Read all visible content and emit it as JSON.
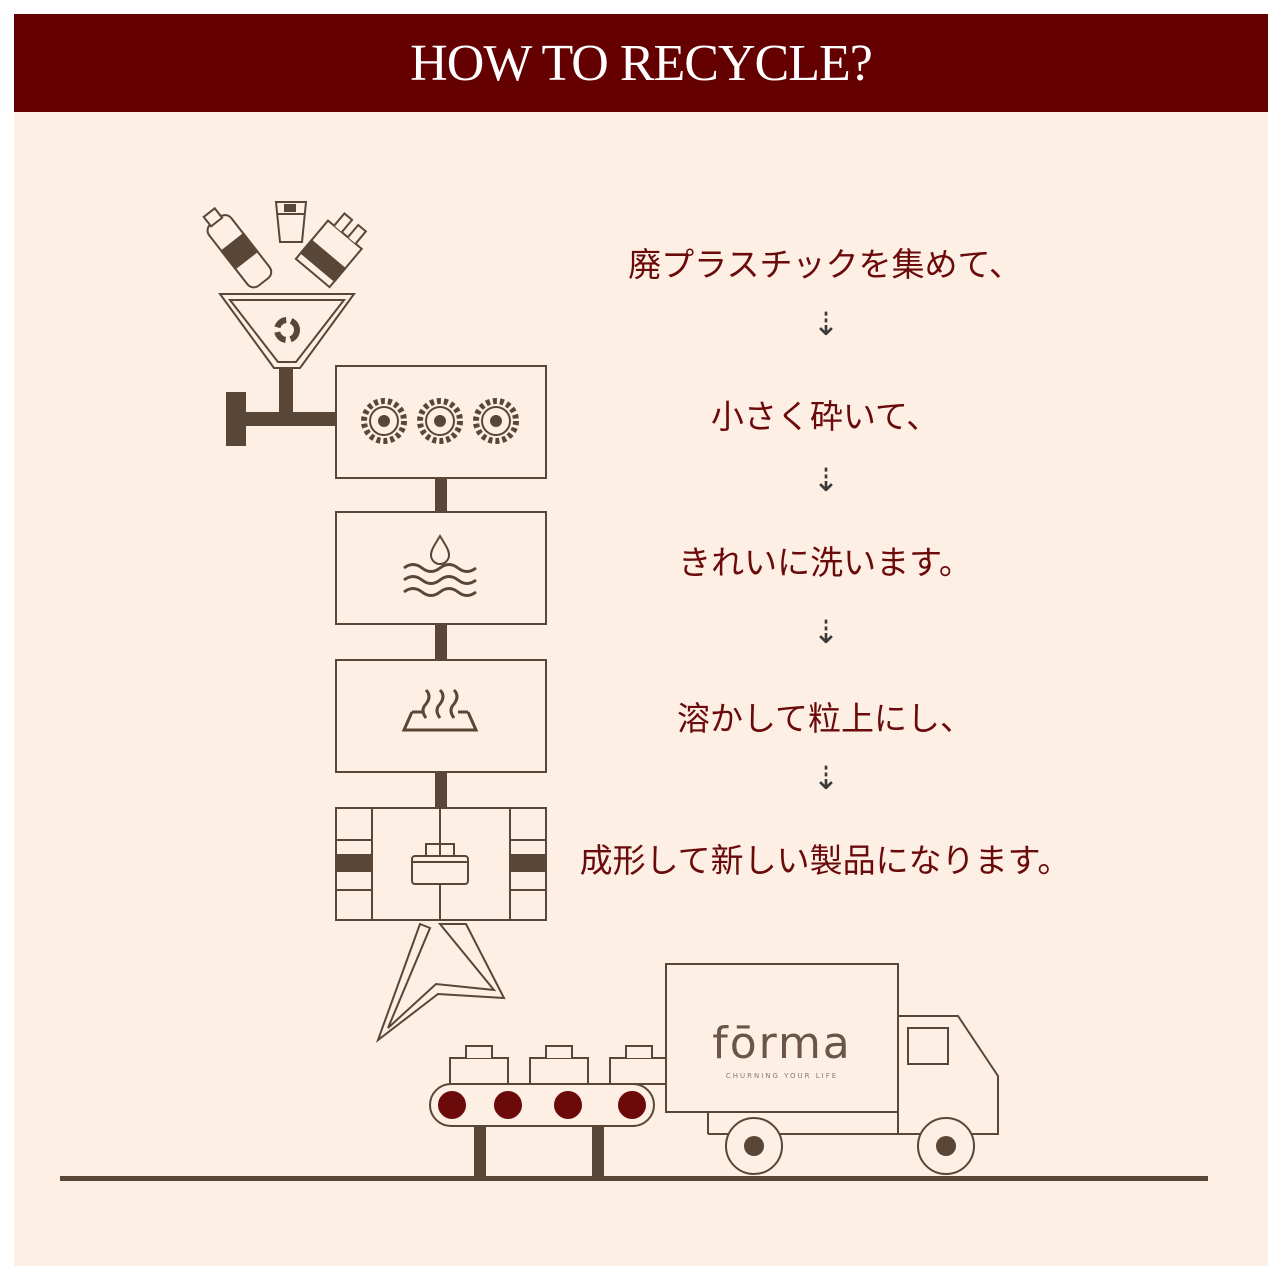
{
  "title": "HOW TO RECYCLE?",
  "steps": [
    {
      "text": "廃プラスチックを集めて、"
    },
    {
      "text": "小さく砕いて、"
    },
    {
      "text": "きれいに洗います。"
    },
    {
      "text": "溶かして粒上にし、"
    },
    {
      "text": "成形して新しい製品になります。"
    }
  ],
  "arrow_glyph": "⇣",
  "truck": {
    "brand": "fōrma",
    "tagline": "CHURNING YOUR LIFE"
  },
  "colors": {
    "header_bg": "#650000",
    "panel_bg": "#fdefe3",
    "line": "#5a4636",
    "accent": "#6b0a0a"
  },
  "icons": [
    "plastic-bottle-icon",
    "cup-icon",
    "shopping-bag-icon",
    "recycle-icon",
    "saw-blade-icon",
    "water-drop-icon",
    "waves-icon",
    "heat-tray-icon",
    "basket-icon",
    "delivery-truck-icon"
  ]
}
